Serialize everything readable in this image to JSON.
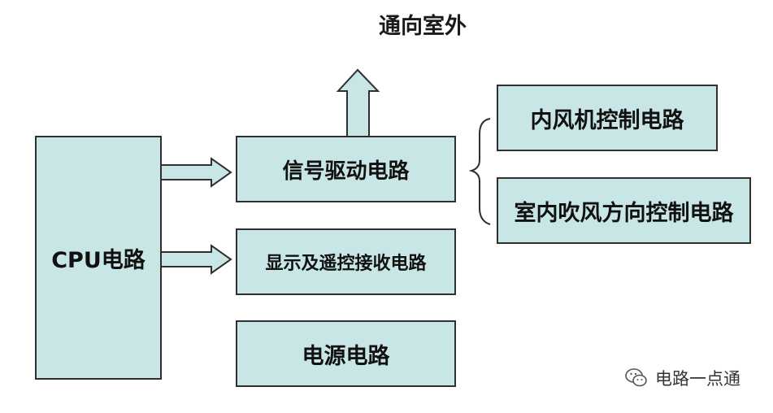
{
  "diagram": {
    "top_label": "通向室外",
    "boxes": {
      "cpu": "CPU电路",
      "signal_drive": "信号驱动电路",
      "display_remote": "显示及遥控接收电路",
      "power": "电源电路",
      "inner_fan": "内风机控制电路",
      "airflow_dir": "室内吹风方向控制电路"
    },
    "box_color": "#c8e6e6",
    "line_color": "#2f2f2f"
  },
  "watermark": {
    "text": "电路一点通",
    "icon": "wechat-icon"
  }
}
